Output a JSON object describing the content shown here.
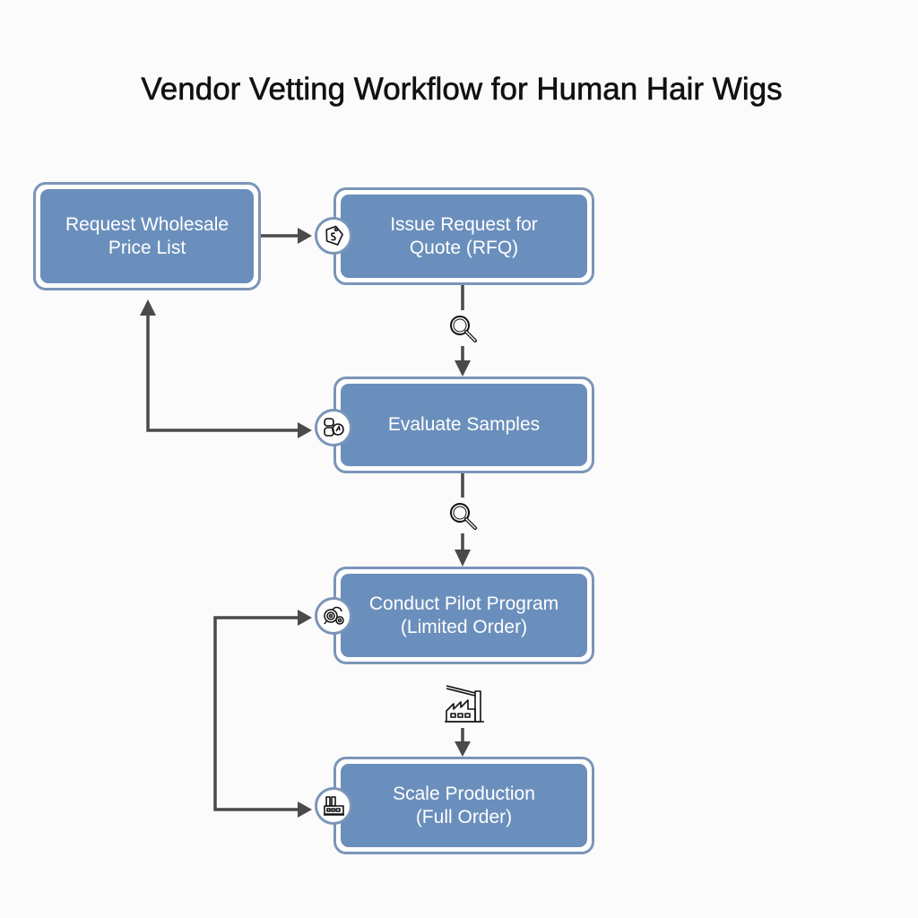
{
  "diagram": {
    "title": "Vendor Vetting Workflow for Human Hair Wigs",
    "colors": {
      "box_fill": "#6b8fbc",
      "box_border": "#7b95b8",
      "connector": "#4a4a4a",
      "text": "#ffffff"
    },
    "nodes": [
      {
        "id": "request-price-list",
        "lines": [
          "Request Wholesale",
          "Price List"
        ],
        "icon": null
      },
      {
        "id": "issue-rfq",
        "lines": [
          "Issue Request for",
          "Quote (RFQ)"
        ],
        "icon": "price-tag-icon"
      },
      {
        "id": "evaluate-samples",
        "lines": [
          "Evaluate Samples"
        ],
        "icon": "samples-evaluation-icon"
      },
      {
        "id": "pilot-program",
        "lines": [
          "Conduct Pilot Program",
          "(Limited Order)"
        ],
        "icon": "hair-coil-icon"
      },
      {
        "id": "scale-production",
        "lines": [
          "Scale Production",
          "(Full Order)"
        ],
        "icon": "factory-icon"
      }
    ],
    "edges": [
      {
        "from": "request-price-list",
        "to": "issue-rfq",
        "icon": null
      },
      {
        "from": "issue-rfq",
        "to": "evaluate-samples",
        "icon": "magnifier-icon"
      },
      {
        "from": "evaluate-samples",
        "to": "request-price-list",
        "icon": null
      },
      {
        "from": "evaluate-samples",
        "to": "pilot-program",
        "icon": "magnifier-icon"
      },
      {
        "from": "pilot-program",
        "to": "scale-production",
        "icon": "factory-icon"
      },
      {
        "from": "branch",
        "to": "pilot-program",
        "icon": null
      },
      {
        "from": "branch",
        "to": "scale-production",
        "icon": null
      }
    ]
  }
}
